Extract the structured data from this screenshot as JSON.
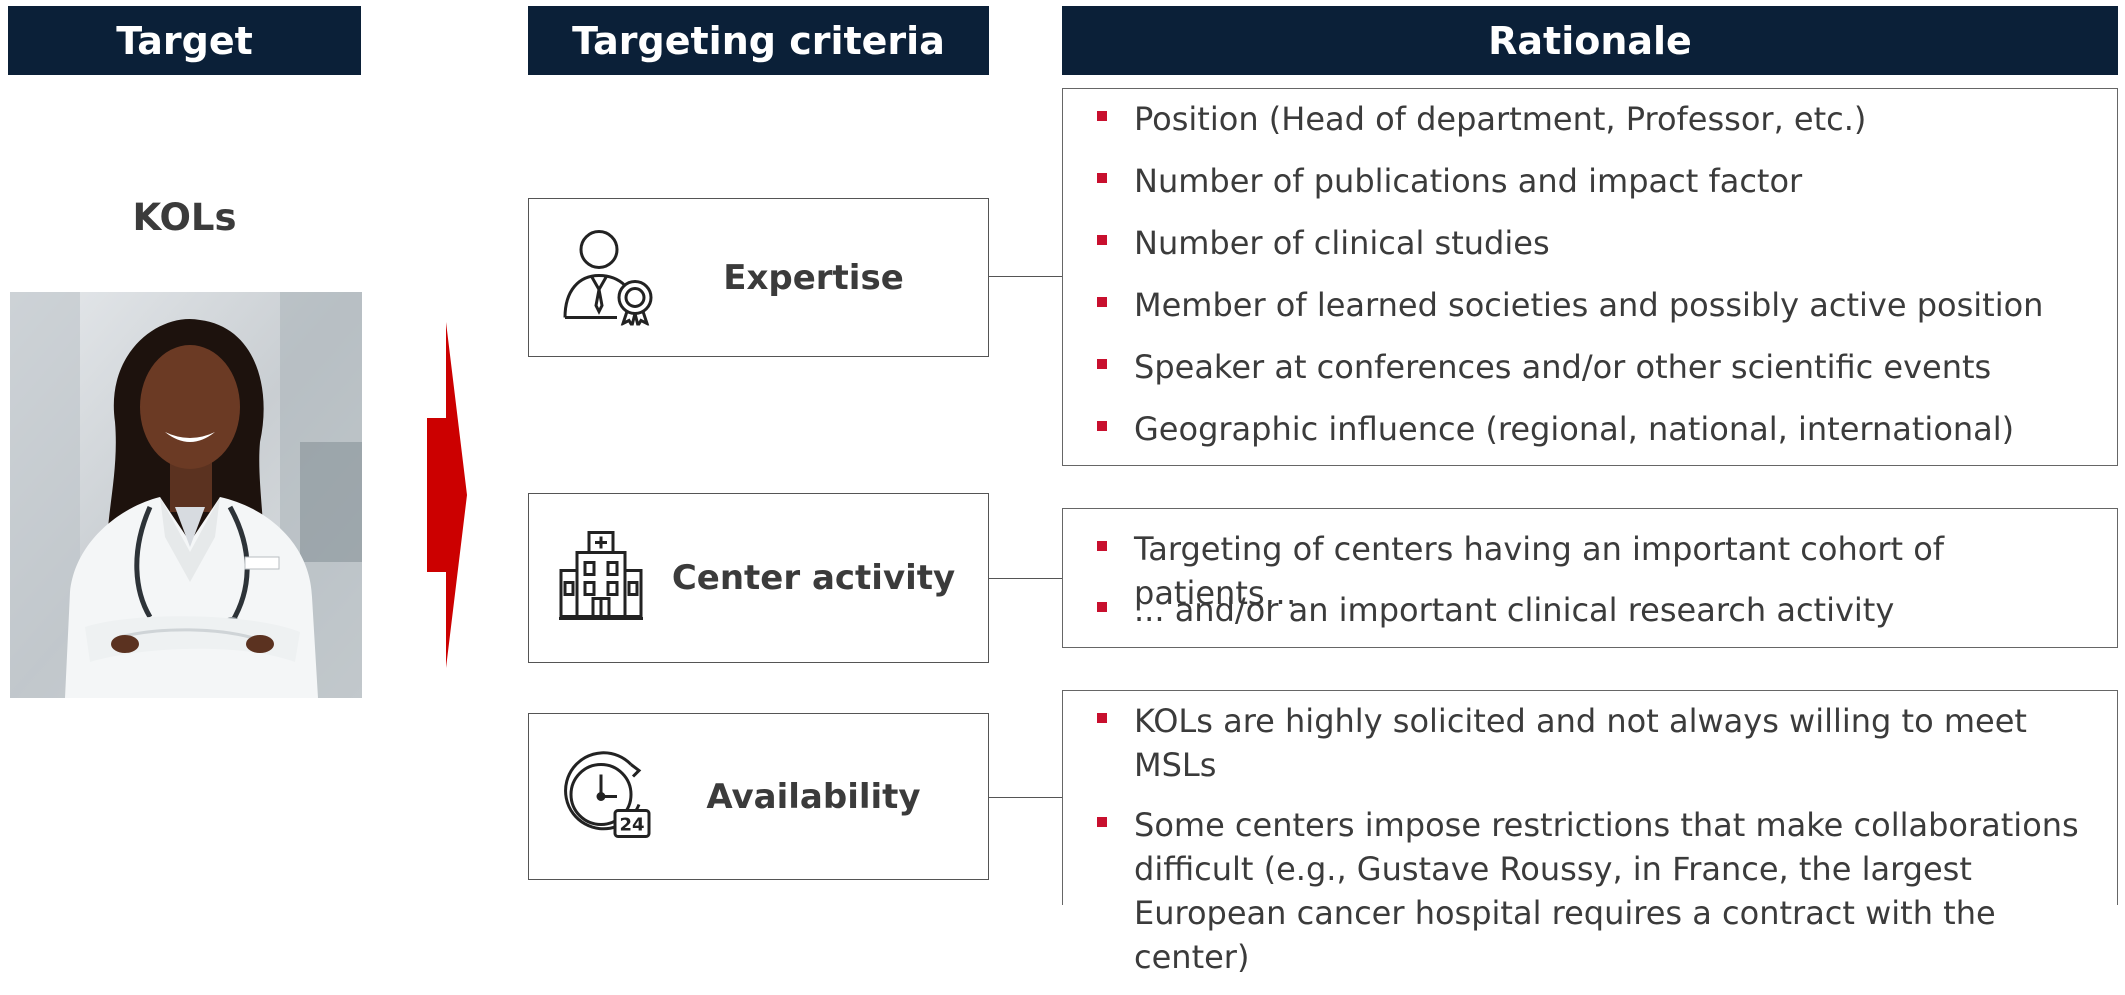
{
  "headers": {
    "target": "Target",
    "criteria": "Targeting criteria",
    "rationale": "Rationale"
  },
  "target": {
    "label": "KOLs"
  },
  "colors": {
    "header_bg": "#0b2038",
    "bullet": "#c8102e",
    "arrow": "#cc0000"
  },
  "criteria": [
    {
      "label": "Expertise",
      "icon": "expert-award-icon",
      "rationale": [
        "Position (Head of department, Professor, etc.)",
        "Number of publications and impact factor",
        "Number of clinical studies",
        "Member of learned societies and possibly active position",
        "Speaker at conferences and/or other scientific events",
        "Geographic influence (regional, national, international)"
      ]
    },
    {
      "label": "Center activity",
      "icon": "hospital-icon",
      "rationale": [
        "Targeting of centers having an important cohort of patients…",
        "... and/or an important clinical research activity"
      ]
    },
    {
      "label": "Availability",
      "icon": "clock-24-icon",
      "rationale": [
        "KOLs are highly solicited and not always willing to meet MSLs",
        "Some centers impose restrictions that make collaborations difficult (e.g., Gustave Roussy, in France, the largest European cancer hospital requires a contract with the center)"
      ]
    }
  ]
}
